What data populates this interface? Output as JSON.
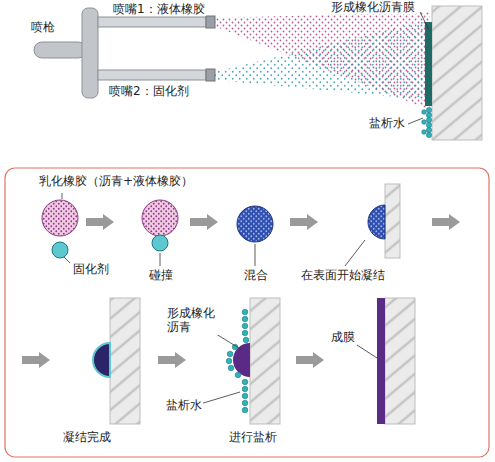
{
  "diagram": {
    "labels": [
      "喷枪",
      "喷嘴1：液体橡胶",
      "喷嘴2：固化剂",
      "形成橡化沥青膜",
      "盐析水",
      "乳化橡胶（沥青+液体橡胶）",
      "固化剂",
      "碰撞",
      "混合",
      "在表面开始凝结",
      "凝结完成",
      "形成橡化 沥青",
      "盐析水",
      "进行盐析",
      "成膜"
    ]
  }
}
